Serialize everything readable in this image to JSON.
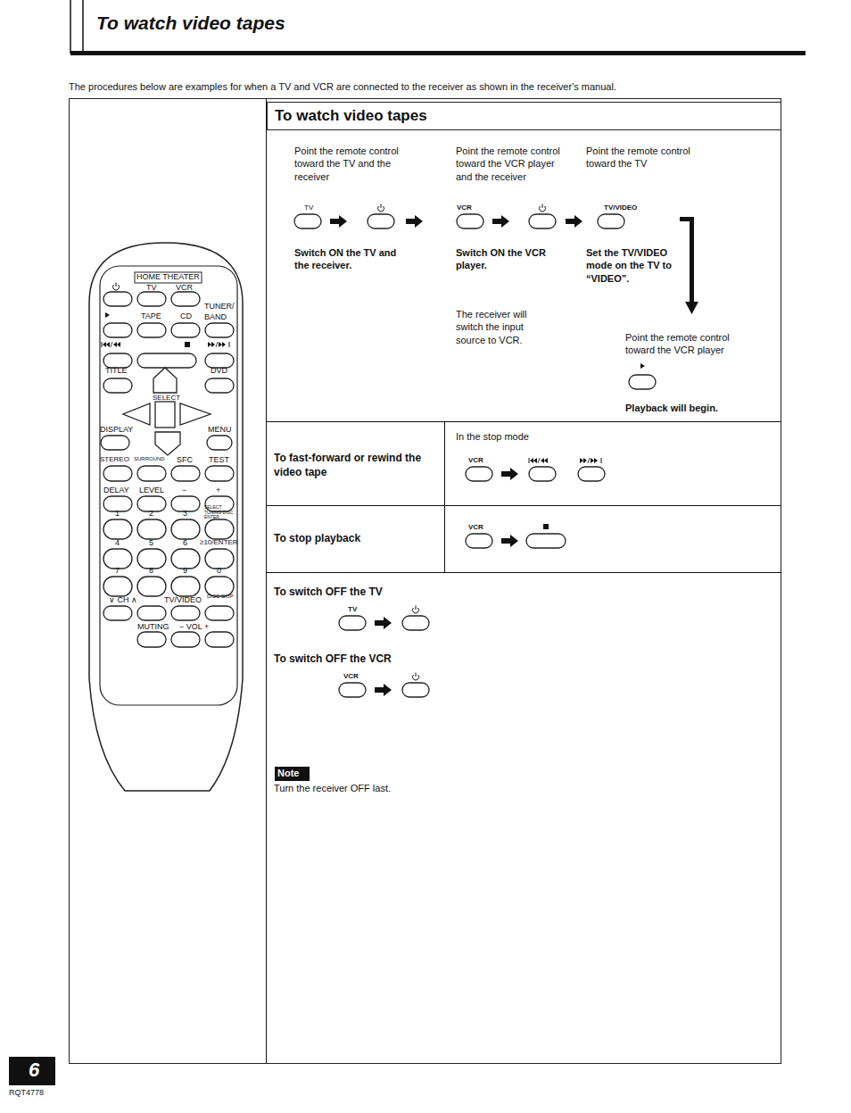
{
  "diagram": {
    "title": "To watch video tapes",
    "nodes": [
      {
        "text": [
          "To watch video tapes"
        ]
      },
      {
        "text": [
          "Note"
        ]
      },
      {
        "text": [
          "6"
        ]
      }
    ],
    "labels": [
      "The procedures below are examples for when a TV and VCR are connected to the receiver as shown in the receiver's manual.",
      "Point the remote control toward the TV and the receiver",
      "Point the remote control toward the VCR player and the receiver",
      "Point the remote control toward the TV",
      "TV",
      "VCR",
      "TV/VIDEO",
      "Switch ON the TV and the receiver.",
      "Switch ON the VCR player.",
      "Set the TV/VIDEO mode on the TV to “VIDEO”.",
      "The receiver will switch the input source to VCR.",
      "Point the remote control toward the VCR player",
      "Playback will begin.",
      "In the stop mode",
      "To fast-forward or rewind the video tape",
      "VCR",
      "To stop playback",
      "VCR",
      "To switch OFF the TV",
      "TV",
      "To switch OFF the VCR",
      "VCR",
      "Turn the receiver OFF last.",
      "RQT4778",
      "HOME THEATER",
      "TV",
      "VCR",
      "TAPE",
      "CD",
      "TUNER/ BAND",
      "TITLE",
      "DVD",
      "SELECT",
      "DISPLAY",
      "MENU",
      "STEREO",
      "SURROUND",
      "SFC",
      "TEST",
      "DELAY",
      "LEVEL",
      "−",
      "+",
      "1",
      "2",
      "3",
      "SELECT TUNING DISC ENTER",
      "4",
      "5",
      "6",
      "≥10/ENTER",
      "7",
      "8",
      "9",
      "0",
      "∨ CH ∧",
      "TV/VIDEO",
      "DISC SKIP",
      "MUTING",
      "− VOL +"
    ]
  }
}
